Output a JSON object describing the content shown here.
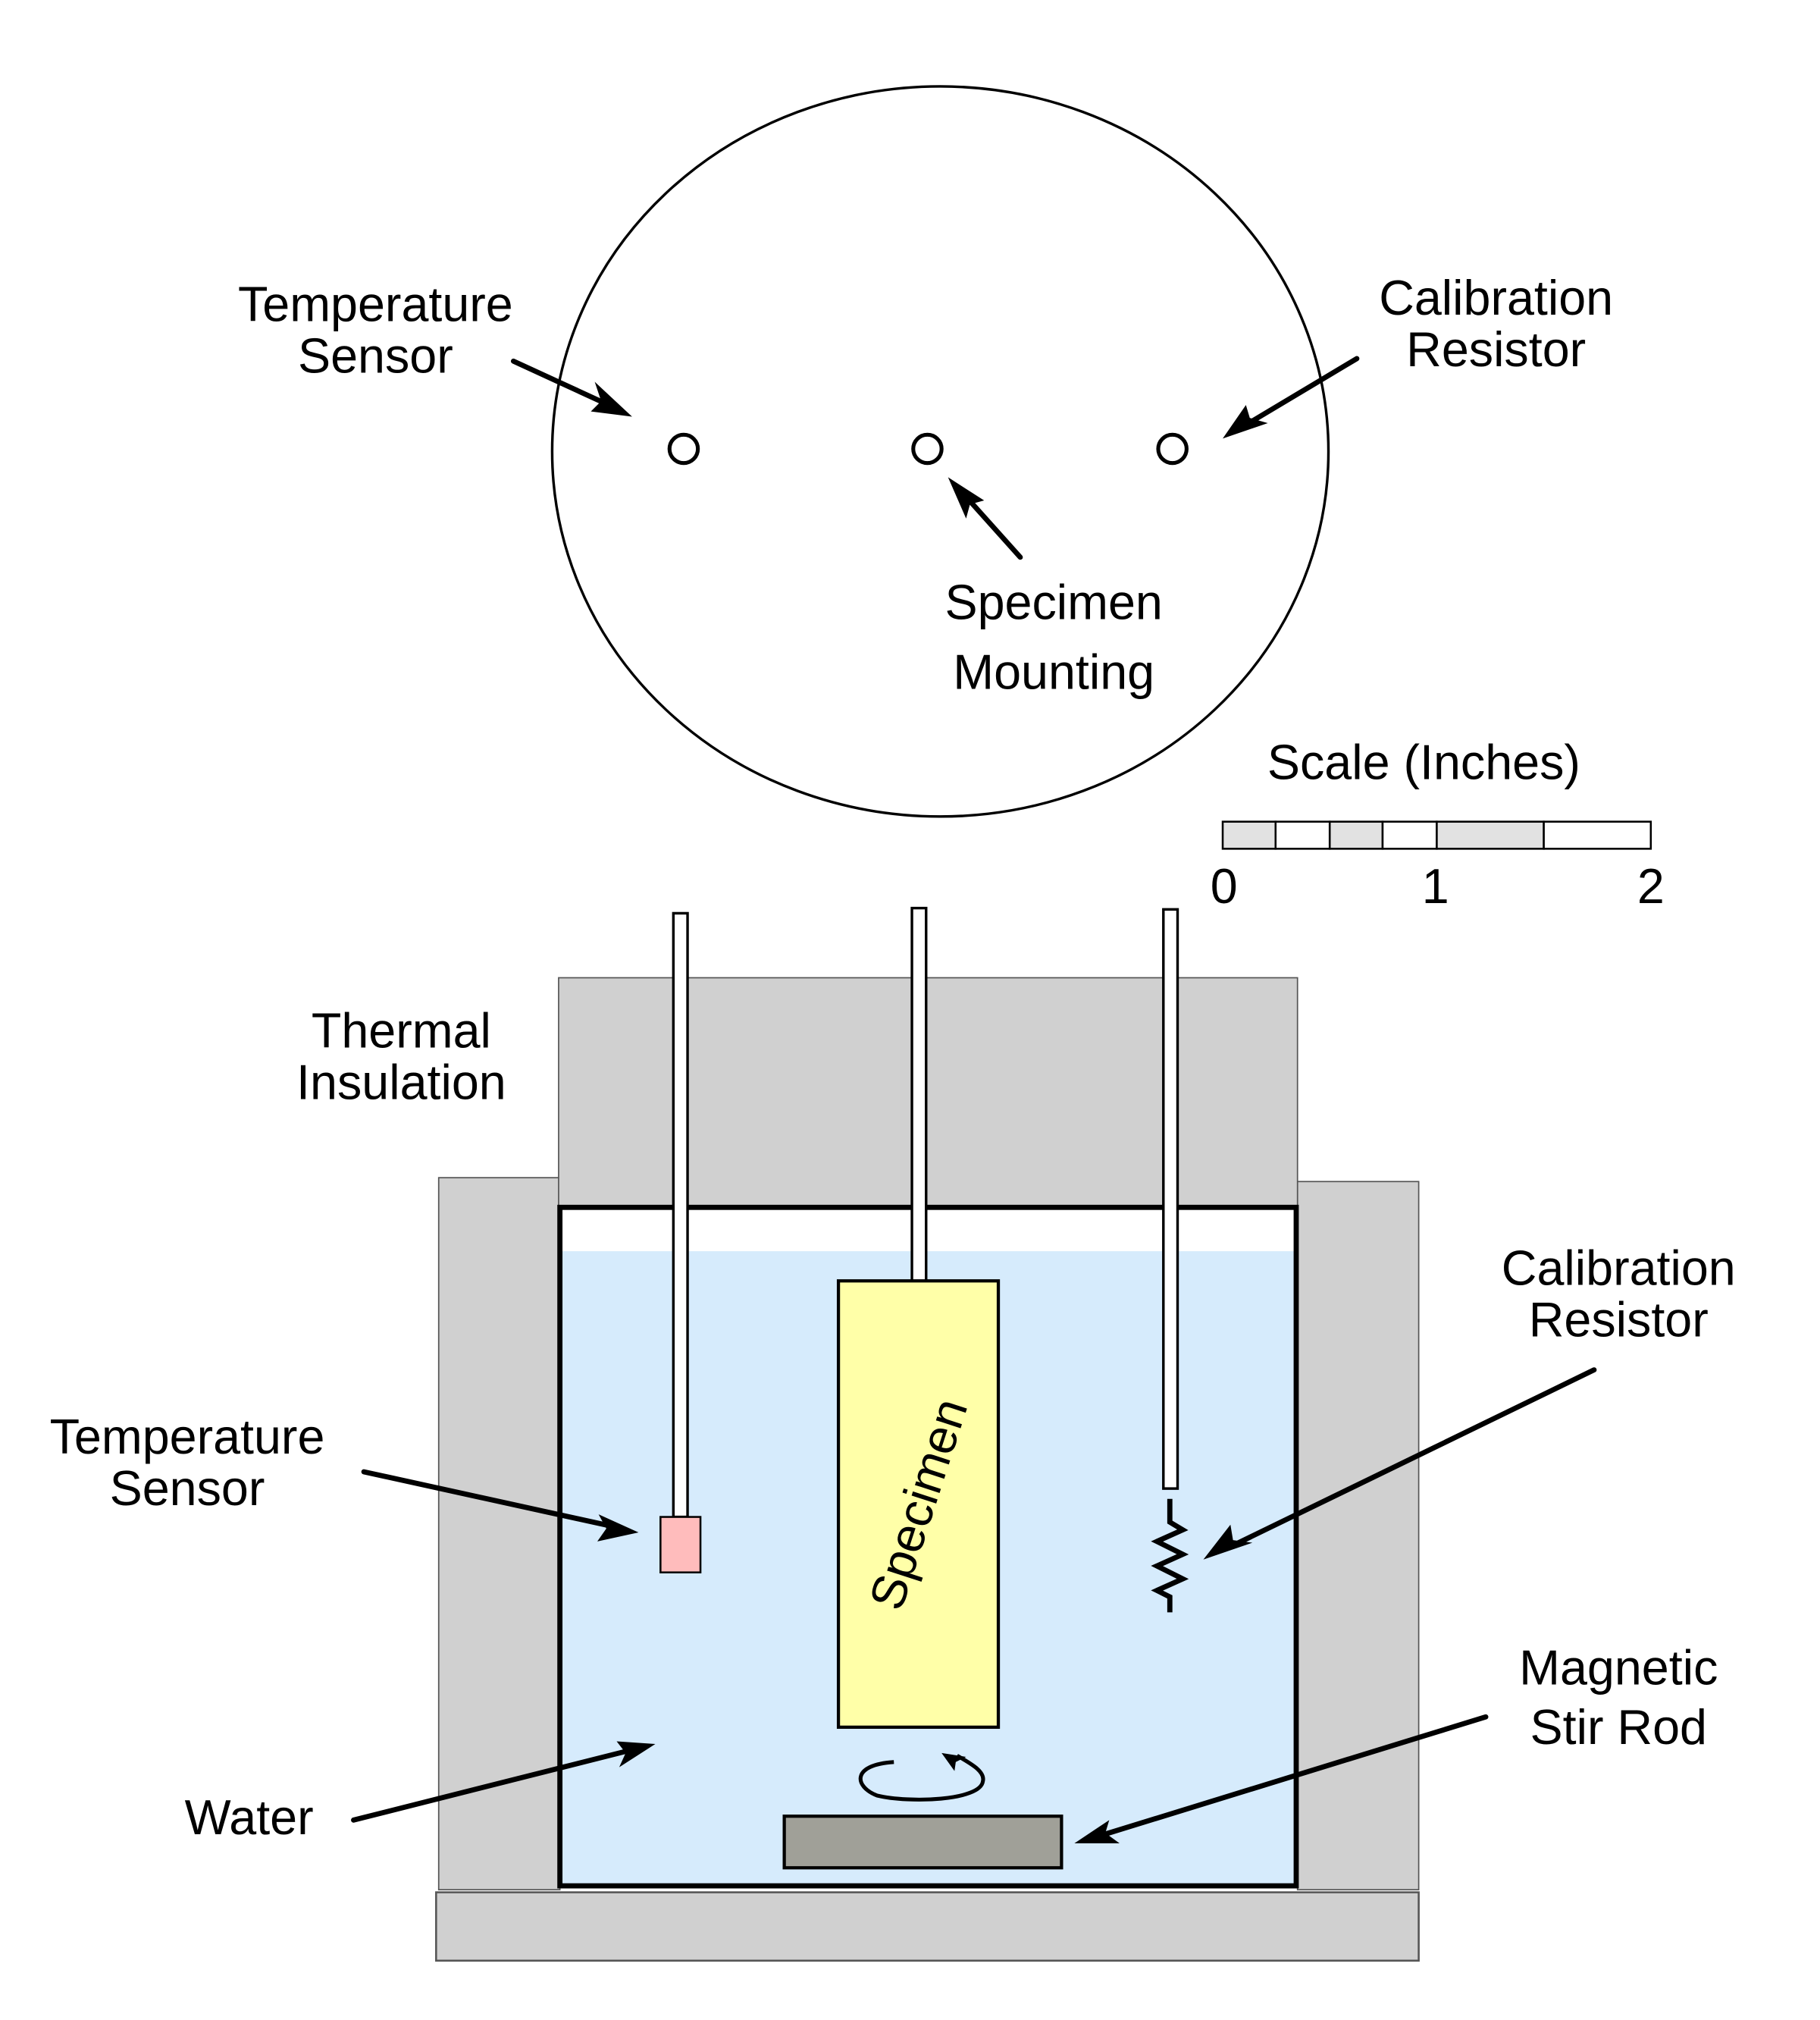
{
  "figure": {
    "top_view": {
      "labels": {
        "temperature_sensor": [
          "Temperature",
          "Sensor"
        ],
        "calibration_resistor": [
          "Calibration",
          "Resistor"
        ],
        "specimen_mounting": [
          "Specimen",
          "Mounting"
        ]
      }
    },
    "scale": {
      "title": "Scale (Inches)",
      "ticks": [
        "0",
        "1",
        "2"
      ]
    },
    "side_view": {
      "labels": {
        "thermal_insulation": [
          "Thermal",
          "Insulation"
        ],
        "temperature_sensor": [
          "Temperature",
          "Sensor"
        ],
        "calibration_resistor": [
          "Calibration",
          "Resistor"
        ],
        "magnetic_stir_rod": [
          "Magnetic",
          "Stir Rod"
        ],
        "water": "Water",
        "specimen": "Specimen"
      }
    },
    "colors": {
      "insulation": "#d0d0d0",
      "water": "#d6ebfc",
      "specimen": "#ffffa8",
      "sensor": "#ffbcbc",
      "stir_rod": "#a0a098",
      "scale_shade": "#e2e2e2"
    }
  }
}
